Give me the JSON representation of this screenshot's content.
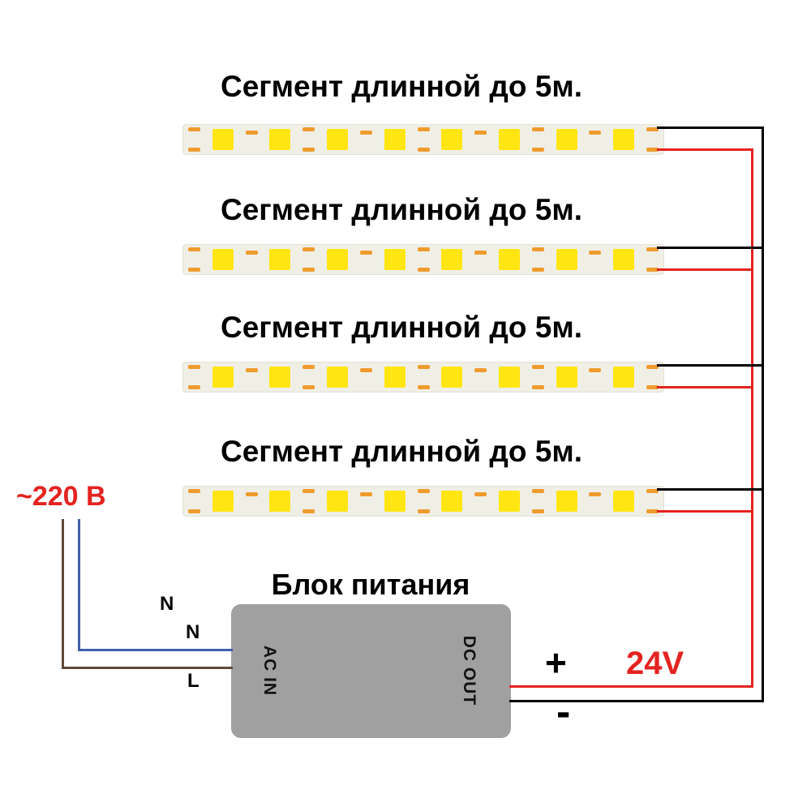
{
  "diagram": {
    "segments": [
      {
        "label": "Сегмент длинной до 5м."
      },
      {
        "label": "Сегмент длинной до 5м."
      },
      {
        "label": "Сегмент длинной до 5м."
      },
      {
        "label": "Сегмент длинной до 5м."
      }
    ],
    "strip": {
      "led_count": 8
    },
    "psu": {
      "title": "Блок питания",
      "ac_in_label": "AC IN",
      "dc_out_label": "DC OUT"
    },
    "input": {
      "voltage_label": "~220 В",
      "terminal_labels": [
        "N",
        "N",
        "L"
      ]
    },
    "output": {
      "plus_label": "+",
      "minus_label": "-",
      "voltage_label": "24V"
    },
    "colors": {
      "wire_positive_red": "#e42320",
      "wire_negative_black": "#000000",
      "wire_neutral_blue": "#3f5fa8",
      "wire_line_brown": "#5f4a38",
      "led_yellow": "#ffe512",
      "pad_orange": "#ef9b2d",
      "strip_body": "#f0efe6",
      "psu_body": "#a0a0a0",
      "accent_red_text": "#e42320"
    }
  }
}
